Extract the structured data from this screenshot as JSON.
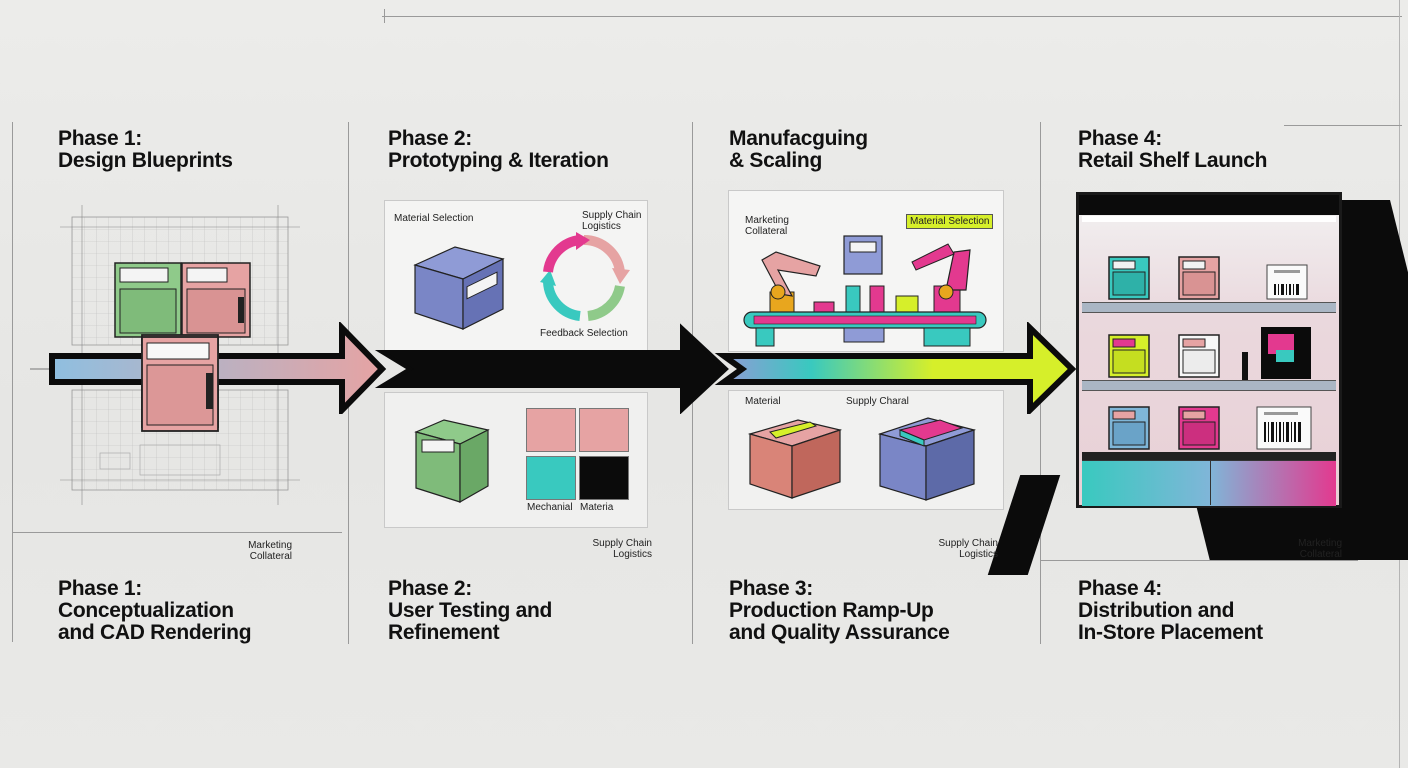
{
  "columns": [
    {
      "top_title_line1": "Phase 1:",
      "top_title_line2": "Design Blueprints",
      "corner_label": "Marketing Collateral",
      "bottom_title_line1": "Phase 1:",
      "bottom_title_line2": "Conceptualization",
      "bottom_title_line3": "and CAD Rendering"
    },
    {
      "top_title_line1": "Phase 2:",
      "top_title_line2": "Prototyping & Iteration",
      "upper_label_left": "Material Selection",
      "upper_label_right": "Supply Chain Logistics",
      "cycle_label": "Feedback Selection",
      "swatch_label_left": "Mechanial",
      "swatch_label_right": "Materia",
      "corner_label": "Supply Chain Logistics",
      "bottom_title_line1": "Phase 2:",
      "bottom_title_line2": "User Testing and",
      "bottom_title_line3": "Refinement"
    },
    {
      "top_title_line1": "Manufacguing",
      "top_title_line2": "& Scaling",
      "upper_label_left": "Marketing Collateral",
      "upper_label_highlight": "Material Selection",
      "lower_label_left": "Material",
      "lower_label_right": "Supply Charal",
      "corner_label": "Supply Chain Logistics",
      "bottom_title_line1": "Phase 3:",
      "bottom_title_line2": "Production Ramp-Up",
      "bottom_title_line3": "and Quality Assurance"
    },
    {
      "top_title_line1": "Phase 4:",
      "top_title_line2": "Retail Shelf Launch",
      "corner_label": "Marketing Collateral",
      "bottom_title_line1": "Phase 4:",
      "bottom_title_line2": "Distribution and",
      "bottom_title_line3": "In-Store Placement"
    }
  ],
  "colors": {
    "pastel_green": "#8fca8a",
    "pastel_pink": "#e6a3a3",
    "pastel_blue": "#8f9bd6",
    "teal": "#39c9bf",
    "magenta": "#e3398f",
    "lime": "#d6ef2a",
    "black": "#0b0b0b"
  },
  "icons": [
    "blueprint-grid",
    "appliance-box",
    "cycle-arrows",
    "robot-arm",
    "conveyor-belt",
    "shipping-crate",
    "retail-shelf",
    "barcode-label",
    "flow-arrow"
  ]
}
